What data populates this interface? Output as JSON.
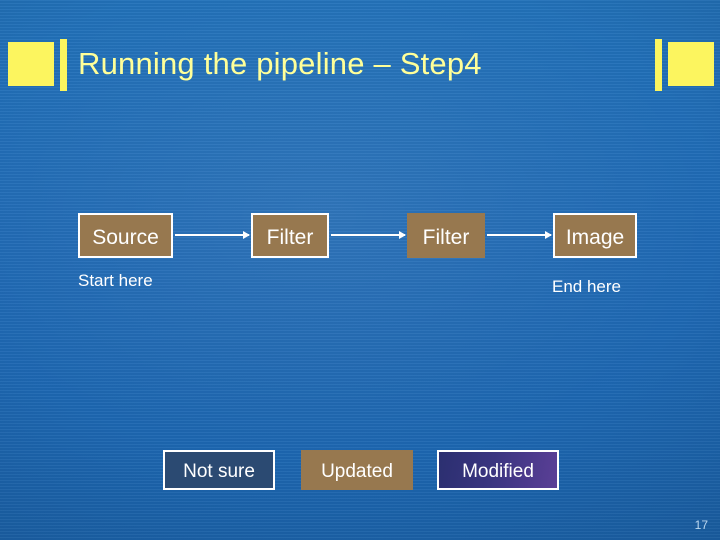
{
  "slide": {
    "title": "Running the pipeline – Step4",
    "page_number": "17",
    "background_color": "#1f6ab5",
    "title_color": "#ffff99",
    "accent_color": "#fcf55f"
  },
  "decorations": {
    "left_block": "yellow-block",
    "left_bar": "yellow-bar",
    "right_bar": "yellow-bar",
    "right_block": "yellow-block"
  },
  "pipeline": {
    "nodes": [
      {
        "label": "Source",
        "fill": "#97784f",
        "bordered": true
      },
      {
        "label": "Filter",
        "fill": "#97784f",
        "bordered": true
      },
      {
        "label": "Filter",
        "fill": "#97784f",
        "bordered": false
      },
      {
        "label": "Image",
        "fill": "#97784f",
        "bordered": true
      }
    ],
    "arrows": [
      {
        "name": "arrow-source-to-filter1"
      },
      {
        "name": "arrow-filter1-to-filter2"
      },
      {
        "name": "arrow-filter2-to-image"
      }
    ],
    "start_caption": "Start here",
    "end_caption": "End here"
  },
  "legend": {
    "items": [
      {
        "label": "Not sure",
        "fill": "#2b4a72",
        "bordered": true
      },
      {
        "label": "Updated",
        "fill": "#97784f",
        "bordered": false
      },
      {
        "label": "Modified",
        "fill": "#3a3580",
        "bordered": true
      }
    ]
  }
}
